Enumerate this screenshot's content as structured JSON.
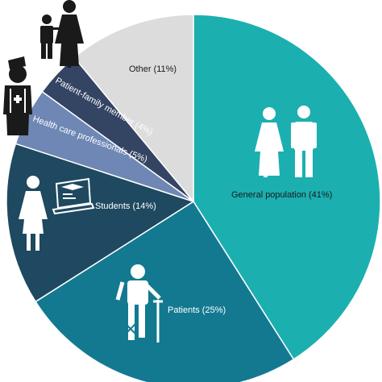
{
  "chart_data": {
    "type": "pie",
    "slices": [
      {
        "label": "General population (41%)",
        "value": 41,
        "color": "#1BAFB0",
        "label_color": "#1a1a1a",
        "icon": "man-woman-icon"
      },
      {
        "label": "Patients (25%)",
        "value": 25,
        "color": "#137991",
        "label_color": "#ffffff",
        "icon": "patient-crutch-icon"
      },
      {
        "label": "Students (14%)",
        "value": 14,
        "color": "#1E4960",
        "label_color": "#ffffff",
        "icon": "student-laptop-icon"
      },
      {
        "label": "Health care professionals (5%)",
        "value": 5,
        "color": "#6E87B4",
        "label_color": "#ffffff",
        "icon": "doctor-icon"
      },
      {
        "label": "Patient-family member (4%)",
        "value": 4,
        "color": "#344463",
        "label_color": "#ffffff",
        "icon": "family-icon"
      },
      {
        "label": "Other (11%)",
        "value": 11,
        "color": "#DCDCDC",
        "label_color": "#1a1a1a",
        "icon": ""
      }
    ]
  }
}
